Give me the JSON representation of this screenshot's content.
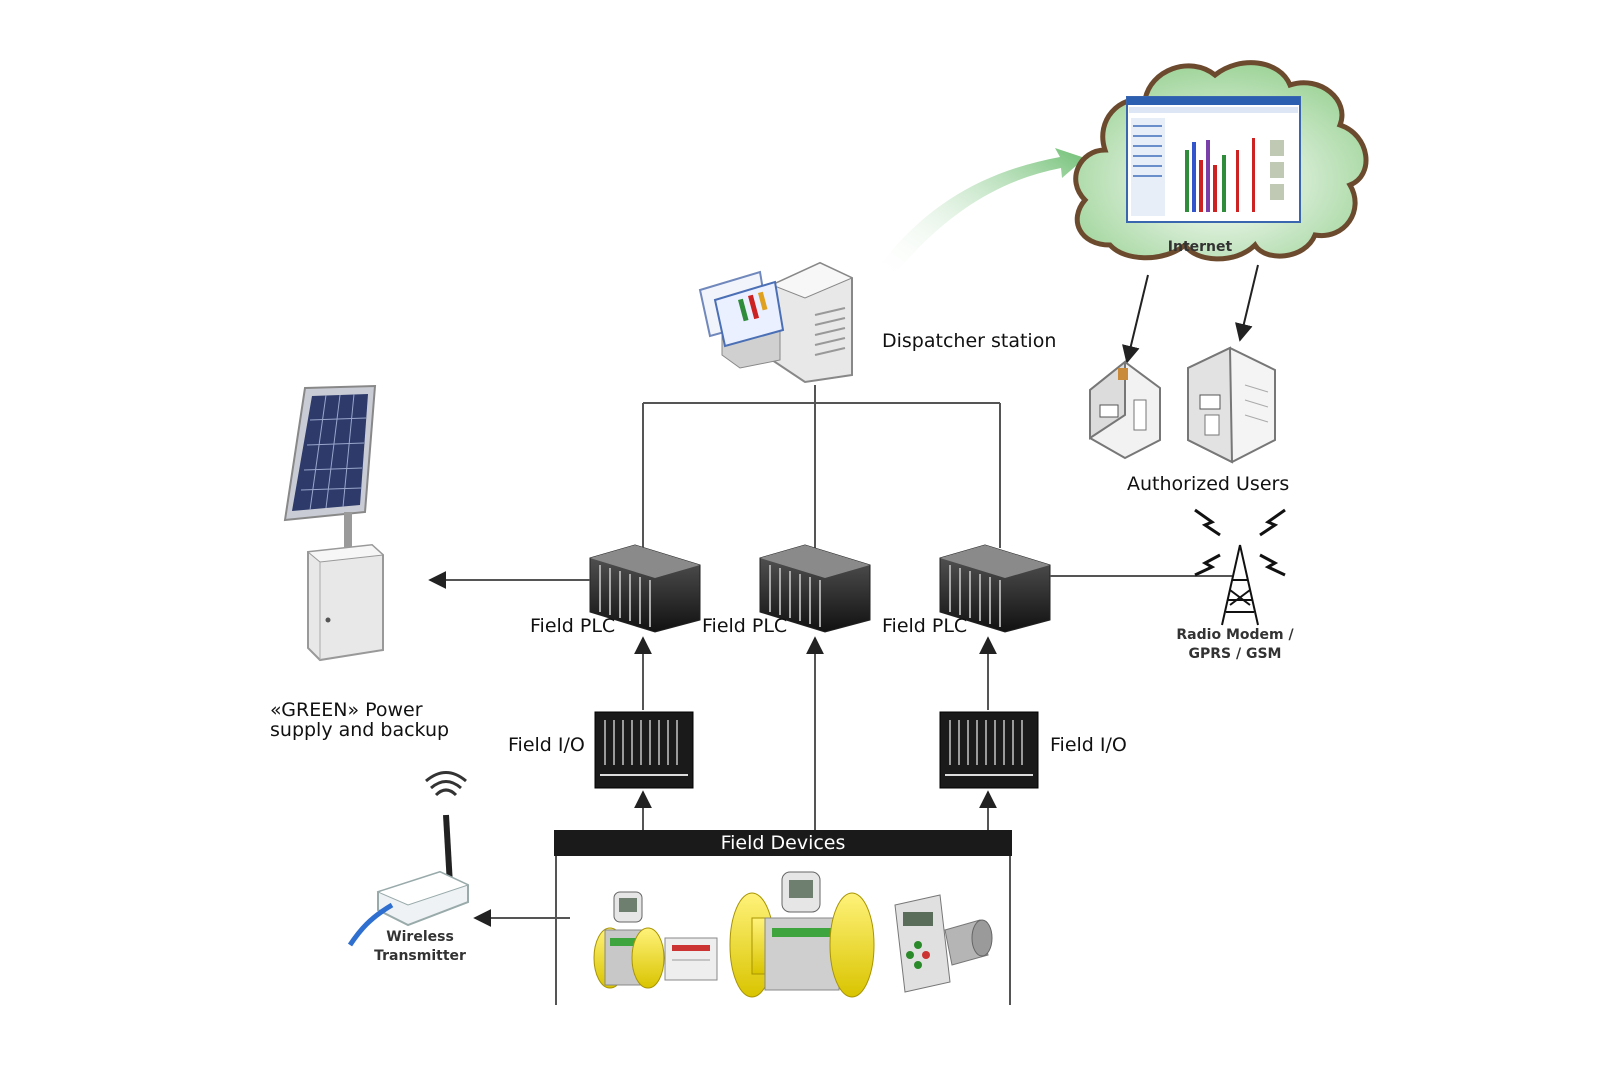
{
  "labels": {
    "dispatcher": "Dispatcher station",
    "internet": "Internet",
    "authorized_users": "Authorized Users",
    "radio_line1": "Radio Modem /",
    "radio_line2": "GPRS / GSM",
    "field_plc_1": "Field PLC",
    "field_plc_2": "Field PLC",
    "field_plc_3": "Field PLC",
    "field_io_1": "Field I/O",
    "field_io_2": "Field I/O",
    "green_line1": "«GREEN» Power",
    "green_line2": "supply and backup",
    "wireless_line1": "Wireless",
    "wireless_line2": "Transmitter",
    "field_devices": "Field Devices"
  },
  "colors": {
    "cloud": "#a9d8a0",
    "cloud_edge": "#6b4a2e",
    "arrow_green": "#6fbf73",
    "line": "#555555",
    "device_bar": "#1a1a1a"
  }
}
